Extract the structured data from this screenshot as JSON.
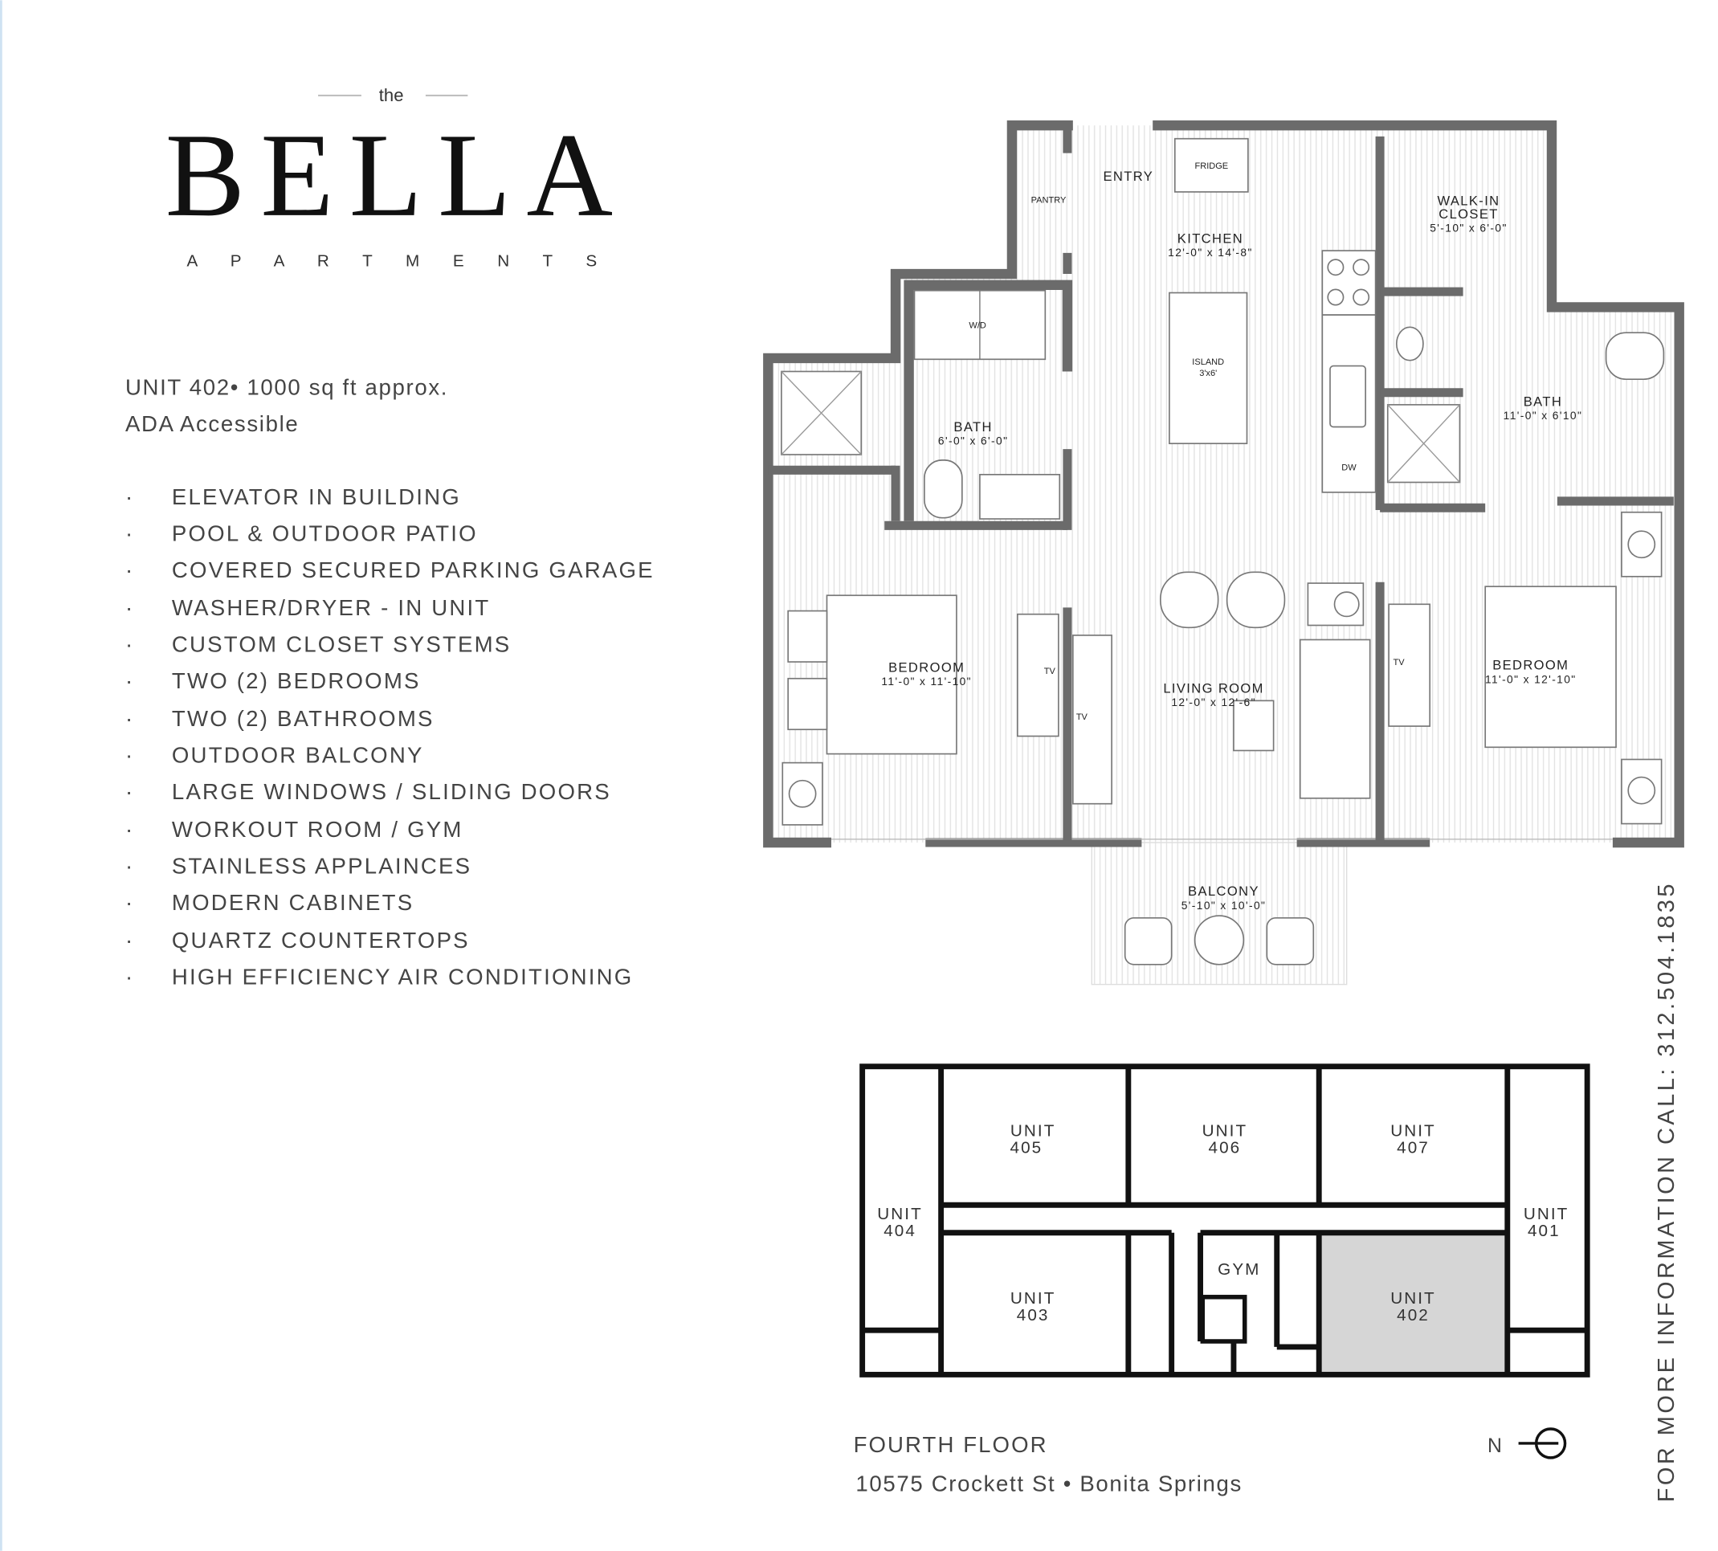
{
  "brand": {
    "prefix": "the",
    "name": "BELLA",
    "tagline": "A P A R T M E N T S"
  },
  "unit": {
    "summary": "UNIT 402• 1000 sq ft approx.",
    "accessibility": "ADA Accessible"
  },
  "features": [
    "ELEVATOR IN BUILDING",
    "POOL & OUTDOOR PATIO",
    "COVERED SECURED PARKING GARAGE",
    "WASHER/DRYER - IN UNIT",
    "CUSTOM CLOSET SYSTEMS",
    "TWO (2) BEDROOMS",
    "TWO (2) BATHROOMS",
    "OUTDOOR BALCONY",
    "LARGE WINDOWS / SLIDING DOORS",
    "WORKOUT ROOM / GYM",
    "STAINLESS APPLAINCES",
    "MODERN CABINETS",
    "QUARTZ COUNTERTOPS",
    "HIGH EFFICIENCY AIR CONDITIONING"
  ],
  "bullet": "·",
  "floorplan": {
    "entry": "ENTRY",
    "pantry": "PANTRY",
    "fridge": "FRIDGE",
    "kitchen": {
      "name": "KITCHEN",
      "dims": "12'-0\" x 14'-8\""
    },
    "island": {
      "name": "ISLAND",
      "dims": "3'x6'"
    },
    "wd": "W/D",
    "dw": "DW",
    "bath1": {
      "name": "BATH",
      "dims": "6'-0\" x 6'-0\""
    },
    "bath2": {
      "name": "BATH",
      "dims": "11'-0\" x 6'10\""
    },
    "closet": {
      "name1": "WALK-IN",
      "name2": "CLOSET",
      "dims": "5'-10\" x 6'-0\""
    },
    "bedroom1": {
      "name": "BEDROOM",
      "dims": "11'-0\" x 11'-10\""
    },
    "bedroom2": {
      "name": "BEDROOM",
      "dims": "11'-0\" x 12'-10\""
    },
    "living": {
      "name": "LIVING ROOM",
      "dims": "12'-0\" x 12'-6\""
    },
    "balcony": {
      "name": "BALCONY",
      "dims": "5'-10\" x 10'-0\""
    },
    "tv": "TV"
  },
  "building": {
    "units": [
      {
        "l1": "UNIT",
        "l2": "405"
      },
      {
        "l1": "UNIT",
        "l2": "406"
      },
      {
        "l1": "UNIT",
        "l2": "407"
      },
      {
        "l1": "UNIT",
        "l2": "404"
      },
      {
        "l1": "UNIT",
        "l2": "401"
      },
      {
        "l1": "UNIT",
        "l2": "403"
      },
      {
        "l1": "UNIT",
        "l2": "402"
      }
    ],
    "gym": "GYM",
    "highlight_color": "#d6d6d6",
    "floor": "FOURTH FLOOR",
    "address": "10575 Crockett St • Bonita Springs",
    "north": "N"
  },
  "contact": "FOR MORE INFORMATION CALL: 312.504.1835"
}
